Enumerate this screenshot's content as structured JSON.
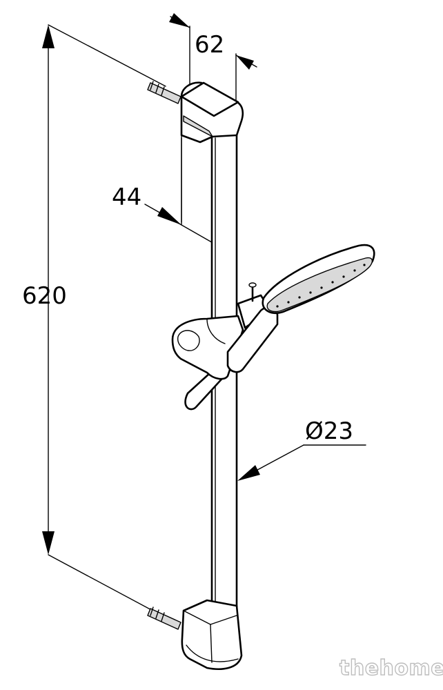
{
  "dimensions": {
    "overall_height": "620",
    "bracket_depth": "62",
    "bar_offset": "44",
    "bar_diameter": "Ø23"
  },
  "watermark": "thehome",
  "colors": {
    "line": "#000000",
    "background": "#ffffff",
    "shade": "#d9d9d9",
    "watermark_outline": "#bdbdbd"
  }
}
